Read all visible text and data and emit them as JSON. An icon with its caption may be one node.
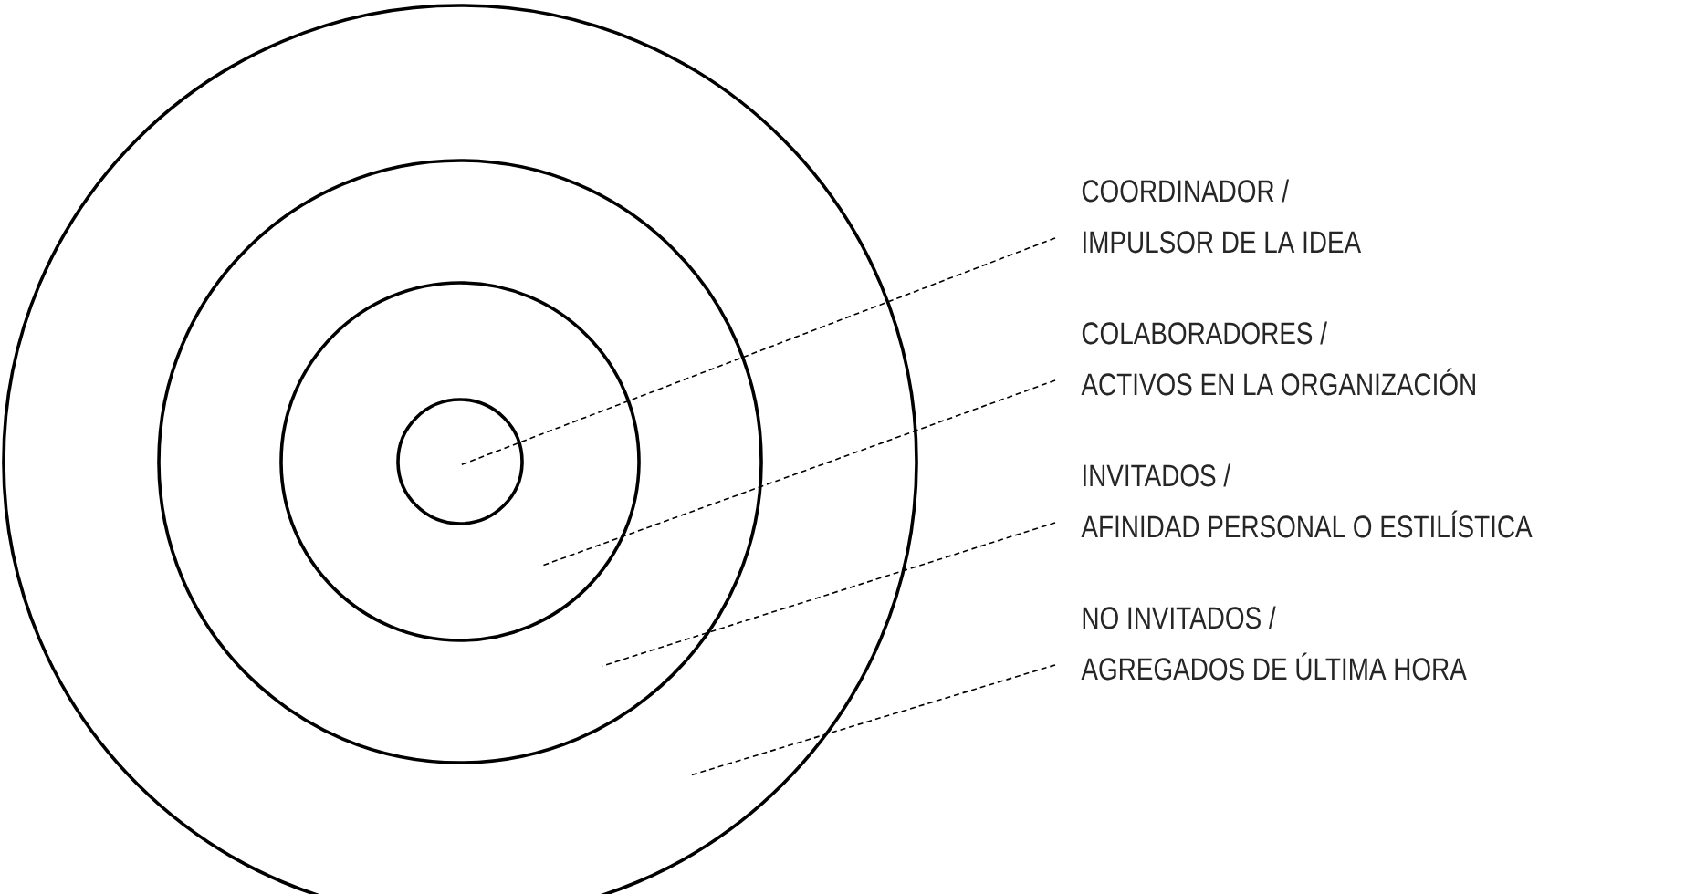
{
  "diagram": {
    "nodes": [
      {
        "text": [],
        "shape": "circle"
      },
      {
        "text": [],
        "shape": "circle",
        "in": 0
      },
      {
        "text": [],
        "shape": "circle",
        "in": 1
      },
      {
        "text": [],
        "shape": "circle",
        "in": 2
      },
      {
        "text": [
          "COORDINADOR /",
          "IMPULSOR DE LA IDEA"
        ]
      },
      {
        "text": [
          "COLABORADORES /",
          "ACTIVOS EN LA ORGANIZACIÓN"
        ]
      },
      {
        "text": [
          "INVITADOS /",
          "AFINIDAD PERSONAL O ESTILÍSTICA"
        ]
      },
      {
        "text": [
          "NO INVITADOS /",
          "AGREGADOS DE ÚLTIMA HORA"
        ]
      }
    ],
    "edges": [
      {
        "from": 4,
        "to": 3,
        "arrow": "none",
        "style": "dashed"
      },
      {
        "from": 5,
        "to": 2,
        "arrow": "none",
        "style": "dashed"
      },
      {
        "from": 6,
        "to": 1,
        "arrow": "none",
        "style": "dashed"
      },
      {
        "from": 7,
        "to": 0,
        "arrow": "none",
        "style": "dashed"
      }
    ]
  }
}
